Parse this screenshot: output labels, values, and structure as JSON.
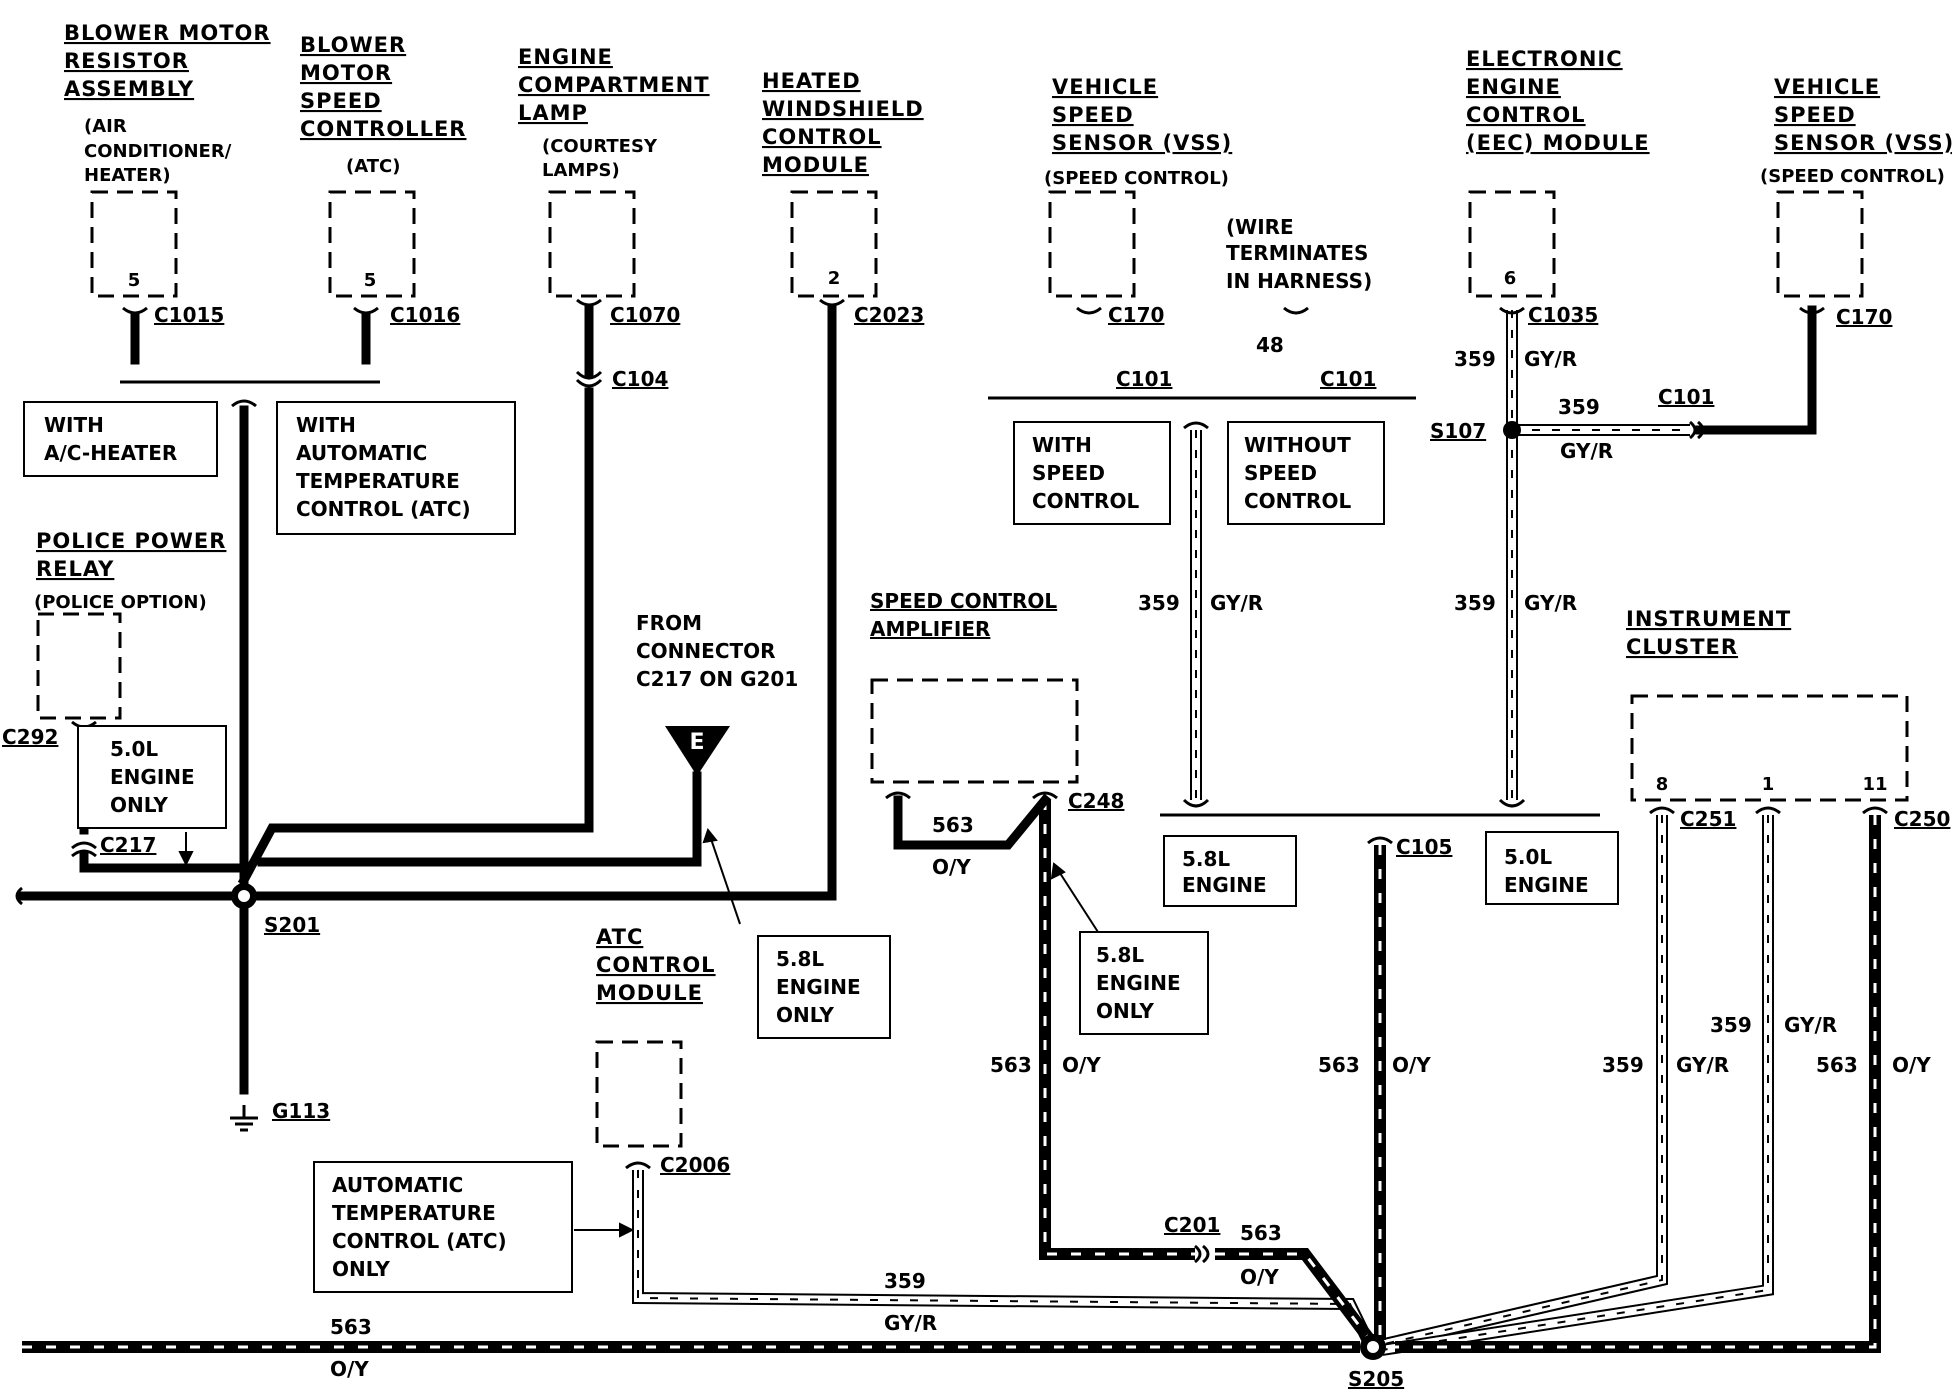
{
  "components": {
    "blower_resistor": {
      "title": [
        "BLOWER MOTOR",
        "RESISTOR",
        "ASSEMBLY"
      ],
      "sub": [
        "(AIR",
        "CONDITIONER/",
        "HEATER)"
      ],
      "pin": "5",
      "connector": "C1015"
    },
    "blower_controller": {
      "title": [
        "BLOWER",
        "MOTOR",
        "SPEED",
        "CONTROLLER"
      ],
      "sub": [
        "(ATC)"
      ],
      "pin": "5",
      "connector": "C1016"
    },
    "engine_lamp": {
      "title": [
        "ENGINE",
        "COMPARTMENT",
        "LAMP"
      ],
      "sub": [
        "(COURTESY",
        "LAMPS)"
      ],
      "connector": "C1070",
      "inline": "C104"
    },
    "windshield_module": {
      "title": [
        "HEATED",
        "WINDSHIELD",
        "CONTROL",
        "MODULE"
      ],
      "pin": "2",
      "connector": "C2023"
    },
    "vss_left": {
      "title": [
        "VEHICLE",
        "SPEED",
        "SENSOR (VSS)"
      ],
      "sub": [
        "(SPEED CONTROL)"
      ],
      "connector": "C170",
      "inline": "C101"
    },
    "wire_terminates": {
      "lines": [
        "(WIRE",
        "TERMINATES",
        "IN HARNESS)"
      ],
      "circuit": "48",
      "inline": "C101"
    },
    "eec_module": {
      "title": [
        "ELECTRONIC",
        "ENGINE",
        "CONTROL",
        "(EEC) MODULE"
      ],
      "pin": "6",
      "connector": "C1035"
    },
    "vss_right": {
      "title": [
        "VEHICLE",
        "SPEED",
        "SENSOR (VSS)"
      ],
      "sub": [
        "(SPEED CONTROL)"
      ],
      "connector": "C170",
      "inline": "C101"
    },
    "police_relay": {
      "title": [
        "POLICE POWER",
        "RELAY"
      ],
      "sub": [
        "(POLICE OPTION)"
      ],
      "connector": "C292",
      "inline": "C217"
    },
    "speed_amp": {
      "title": [
        "SPEED CONTROL",
        "AMPLIFIER"
      ],
      "connector": "C248",
      "circuit": "563",
      "color": "O/Y"
    },
    "atc_module": {
      "title": [
        "ATC",
        "CONTROL",
        "MODULE"
      ],
      "connector": "C2006"
    },
    "instrument_cluster": {
      "title": [
        "INSTRUMENT",
        "CLUSTER"
      ],
      "pins": [
        "8",
        "1",
        "11"
      ],
      "connector_a": "C251",
      "connector_b": "C250"
    }
  },
  "notes": {
    "with_ac": [
      "WITH",
      "A/C-HEATER"
    ],
    "with_atc": [
      "WITH",
      "AUTOMATIC",
      "TEMPERATURE",
      "CONTROL (ATC)"
    ],
    "only_50_a": [
      "5.0L",
      "ENGINE",
      "ONLY"
    ],
    "from_connector": [
      "FROM",
      "CONNECTOR",
      "C217 ON G201"
    ],
    "only_58_a": [
      "5.8L",
      "ENGINE",
      "ONLY"
    ],
    "with_speed": [
      "WITH",
      "SPEED",
      "CONTROL"
    ],
    "without_speed": [
      "WITHOUT",
      "SPEED",
      "CONTROL"
    ],
    "only_58_b": [
      "5.8L",
      "ENGINE",
      "ONLY"
    ],
    "engine_58": [
      "5.8L",
      "ENGINE"
    ],
    "engine_50": [
      "5.0L",
      "ENGINE"
    ],
    "atc_only": [
      "AUTOMATIC",
      "TEMPERATURE",
      "CONTROL (ATC)",
      "ONLY"
    ]
  },
  "splices": {
    "s201": "S201",
    "s205": "S205",
    "s107": "S107"
  },
  "ground": "G113",
  "connectors": {
    "c101_right": "C101",
    "c105": "C105",
    "c201": "C201"
  },
  "flag": "E",
  "circuits": {
    "c359": "359",
    "c563": "563",
    "gyr": "GY/R",
    "oy": "O/Y"
  }
}
